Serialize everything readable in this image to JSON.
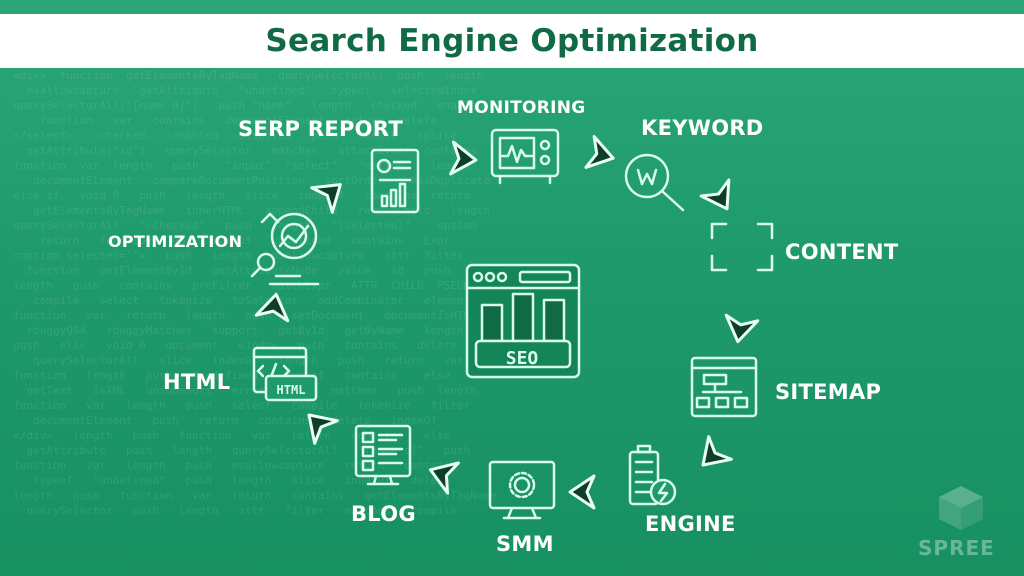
{
  "title": "Search Engine Optimization",
  "center": {
    "label": "SEO"
  },
  "nodes": [
    {
      "label": "MONITORING",
      "icon": "monitor-icon"
    },
    {
      "label": "KEYWORD",
      "icon": "keyword-search-icon"
    },
    {
      "label": "CONTENT",
      "icon": "content-frame-icon"
    },
    {
      "label": "SITEMAP",
      "icon": "sitemap-icon"
    },
    {
      "label": "ENGINE",
      "icon": "battery-engine-icon"
    },
    {
      "label": "SMM",
      "icon": "gear-monitor-icon"
    },
    {
      "label": "BLOG",
      "icon": "blog-monitor-icon"
    },
    {
      "label": "HTML",
      "icon": "html-code-icon"
    },
    {
      "label": "OPTIMIZATION",
      "icon": "target-chart-icon"
    },
    {
      "label": "SERP REPORT",
      "icon": "report-document-icon"
    }
  ],
  "brand": "SPREE",
  "colors": {
    "background": "#1f9a6c",
    "header_text": "#0f6a45",
    "icon_stroke": "#d9fbe9",
    "arrow": "#0f3d2b"
  }
}
